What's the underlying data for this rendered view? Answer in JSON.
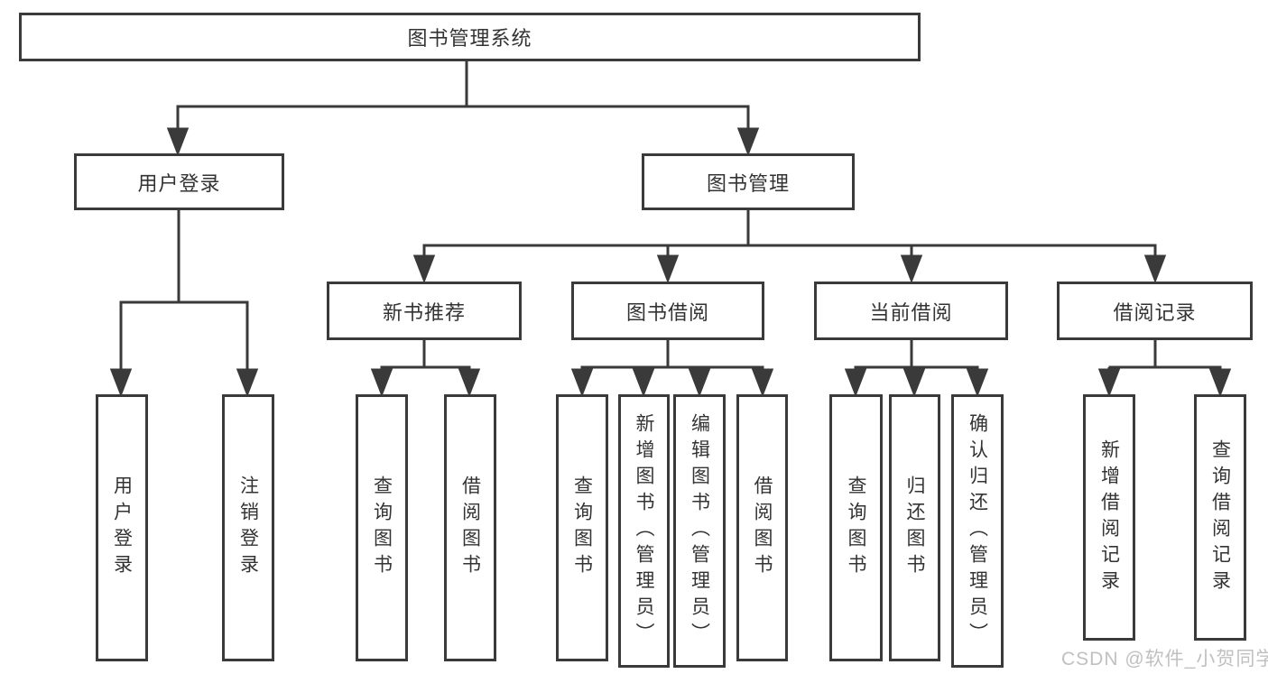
{
  "diagram": {
    "root": {
      "label": "图书管理系统"
    },
    "level2": [
      {
        "label": "用户登录",
        "parent": "图书管理系统"
      },
      {
        "label": "图书管理",
        "parent": "图书管理系统"
      }
    ],
    "level3": [
      {
        "label": "新书推荐",
        "parent": "图书管理"
      },
      {
        "label": "图书借阅",
        "parent": "图书管理"
      },
      {
        "label": "当前借阅",
        "parent": "图书管理"
      },
      {
        "label": "借阅记录",
        "parent": "图书管理"
      }
    ],
    "leaves": [
      {
        "label": "用户登录",
        "parent": "用户登录"
      },
      {
        "label": "注销登录",
        "parent": "用户登录"
      },
      {
        "label": "查询图书",
        "parent": "新书推荐"
      },
      {
        "label": "借阅图书",
        "parent": "新书推荐"
      },
      {
        "label": "查询图书",
        "parent": "图书借阅"
      },
      {
        "label": "新增图书（管理员）",
        "parent": "图书借阅"
      },
      {
        "label": "编辑图书（管理员）",
        "parent": "图书借阅"
      },
      {
        "label": "借阅图书",
        "parent": "图书借阅"
      },
      {
        "label": "查询图书",
        "parent": "当前借阅"
      },
      {
        "label": "归还图书",
        "parent": "当前借阅"
      },
      {
        "label": "确认归还（管理员）",
        "parent": "当前借阅"
      },
      {
        "label": "新增借阅记录",
        "parent": "借阅记录"
      },
      {
        "label": "查询借阅记录",
        "parent": "借阅记录"
      }
    ],
    "watermark": "CSDN @软件_小贺同学",
    "colors": {
      "line": "#3a3a3a",
      "text": "#333333",
      "watermark": "#b9b9b9",
      "background": "#ffffff"
    }
  }
}
